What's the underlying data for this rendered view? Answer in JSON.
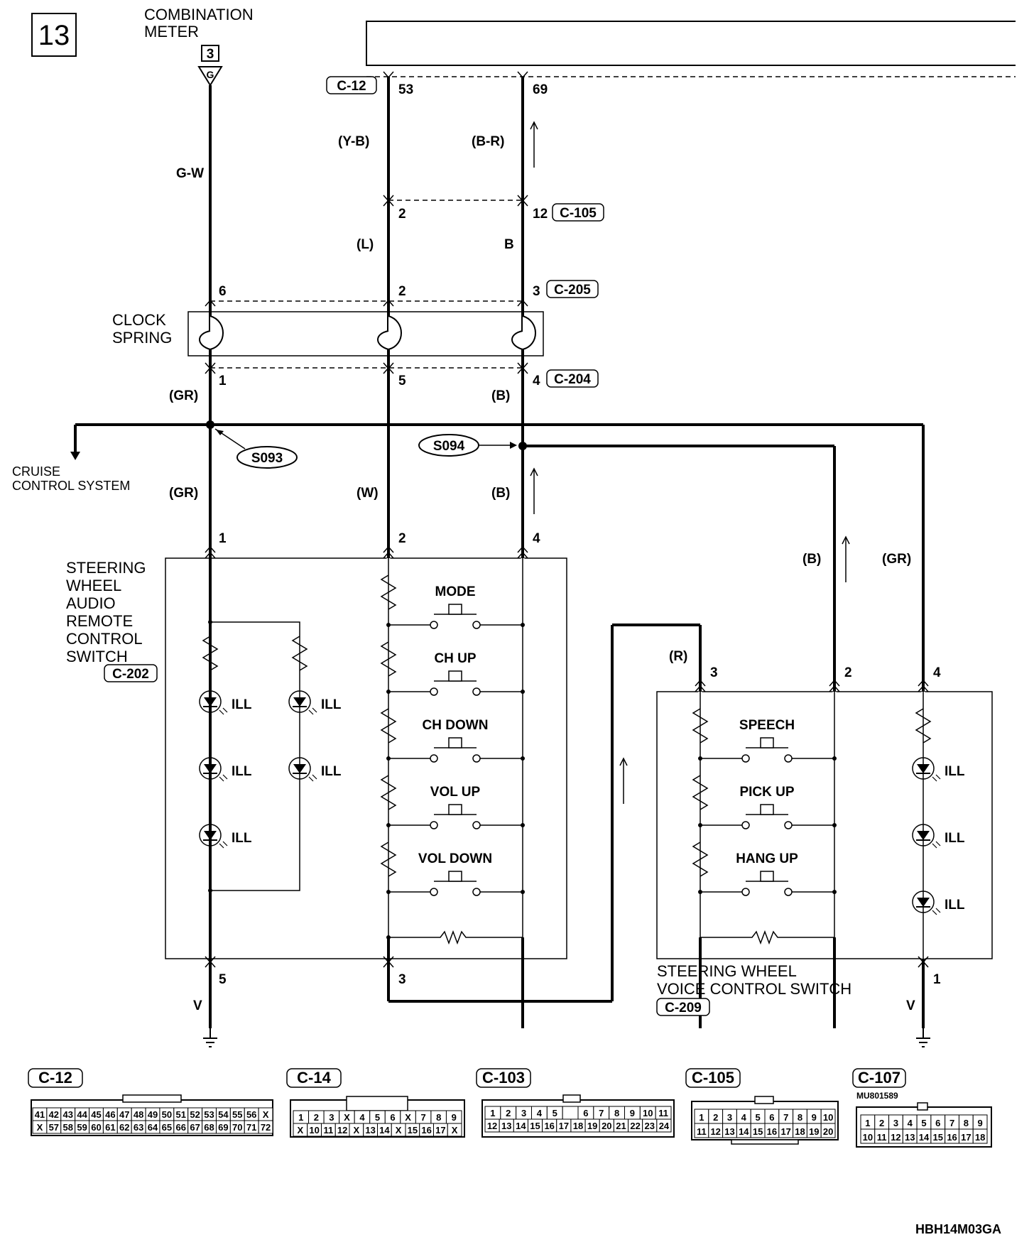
{
  "page_number": "13",
  "code": "HBH14M03GA",
  "combination_meter": {
    "title_line1": "COMBINATION",
    "title_line2": "METER",
    "terminal": "3",
    "pin": "G"
  },
  "wires": {
    "g_w": "G-W",
    "y_b": "(Y-B)",
    "b_r": "(B-R)",
    "l": "(L)",
    "b": "B",
    "gr_top": "(GR)",
    "b_top": "(B)",
    "gr_mid": "(GR)",
    "w_mid": "(W)",
    "b_mid": "(B)",
    "b_right": "(B)",
    "gr_right": "(GR)",
    "r": "(R)",
    "v_left": "V",
    "v_right": "V"
  },
  "connector_refs": {
    "c12": "C-12",
    "c105": "C-105",
    "c205": "C-205",
    "c204": "C-204",
    "c202": "C-202",
    "c209": "C-209"
  },
  "pins": {
    "c12_53": "53",
    "c12_69": "69",
    "c105_2": "2",
    "c105_12": "12",
    "c205_6": "6",
    "c205_2": "2",
    "c205_3": "3",
    "c204_1": "1",
    "c204_5": "5",
    "c204_4": "4",
    "sw_1": "1",
    "sw_2": "2",
    "sw_4": "4",
    "sw_5": "5",
    "sw_3": "3",
    "vc_3": "3",
    "vc_2": "2",
    "vc_4": "4",
    "vc_1": "1"
  },
  "clock_spring": {
    "line1": "CLOCK",
    "line2": "SPRING"
  },
  "splices": {
    "s093": "S093",
    "s094": "S094"
  },
  "cruise": {
    "line1": "CRUISE",
    "line2": "CONTROL SYSTEM"
  },
  "audio_switch": {
    "line1": "STEERING",
    "line2": "WHEEL",
    "line3": "AUDIO",
    "line4": "REMOTE",
    "line5": "CONTROL",
    "line6": "SWITCH",
    "buttons": [
      "MODE",
      "CH UP",
      "CH DOWN",
      "VOL UP",
      "VOL DOWN"
    ],
    "ill": "ILL"
  },
  "voice_switch": {
    "line1": "STEERING WHEEL",
    "line2": "VOICE CONTROL SWITCH",
    "buttons": [
      "SPEECH",
      "PICK UP",
      "HANG UP"
    ],
    "ill": "ILL"
  },
  "connectors": {
    "c12": {
      "label": "C-12",
      "row1": [
        "41",
        "42",
        "43",
        "44",
        "45",
        "46",
        "47",
        "48",
        "49",
        "50",
        "51",
        "52",
        "53",
        "54",
        "55",
        "56",
        "X"
      ],
      "row2": [
        "X",
        "57",
        "58",
        "59",
        "60",
        "61",
        "62",
        "63",
        "64",
        "65",
        "66",
        "67",
        "68",
        "69",
        "70",
        "71",
        "72"
      ]
    },
    "c14": {
      "label": "C-14",
      "row1": [
        "1",
        "2",
        "3",
        "X",
        "4",
        "5",
        "6",
        "X",
        "7",
        "8",
        "9"
      ],
      "row2": [
        "X",
        "10",
        "11",
        "12",
        "X",
        "13",
        "14",
        "X",
        "15",
        "16",
        "17",
        "X"
      ]
    },
    "c103": {
      "label": "C-103",
      "row1": [
        "1",
        "2",
        "3",
        "4",
        "5",
        "",
        "6",
        "7",
        "8",
        "9",
        "10",
        "11"
      ],
      "row2": [
        "12",
        "13",
        "14",
        "15",
        "16",
        "17",
        "18",
        "19",
        "20",
        "21",
        "22",
        "23",
        "24"
      ]
    },
    "c105": {
      "label": "C-105",
      "row1": [
        "1",
        "2",
        "3",
        "4",
        "5",
        "6",
        "7",
        "8",
        "9",
        "10"
      ],
      "row2": [
        "11",
        "12",
        "13",
        "14",
        "15",
        "16",
        "17",
        "18",
        "19",
        "20"
      ]
    },
    "c107": {
      "label": "C-107",
      "part": "MU801589",
      "row1": [
        "1",
        "2",
        "3",
        "4",
        "5",
        "6",
        "7",
        "8",
        "9"
      ],
      "row2": [
        "10",
        "11",
        "12",
        "13",
        "14",
        "15",
        "16",
        "17",
        "18"
      ]
    }
  }
}
